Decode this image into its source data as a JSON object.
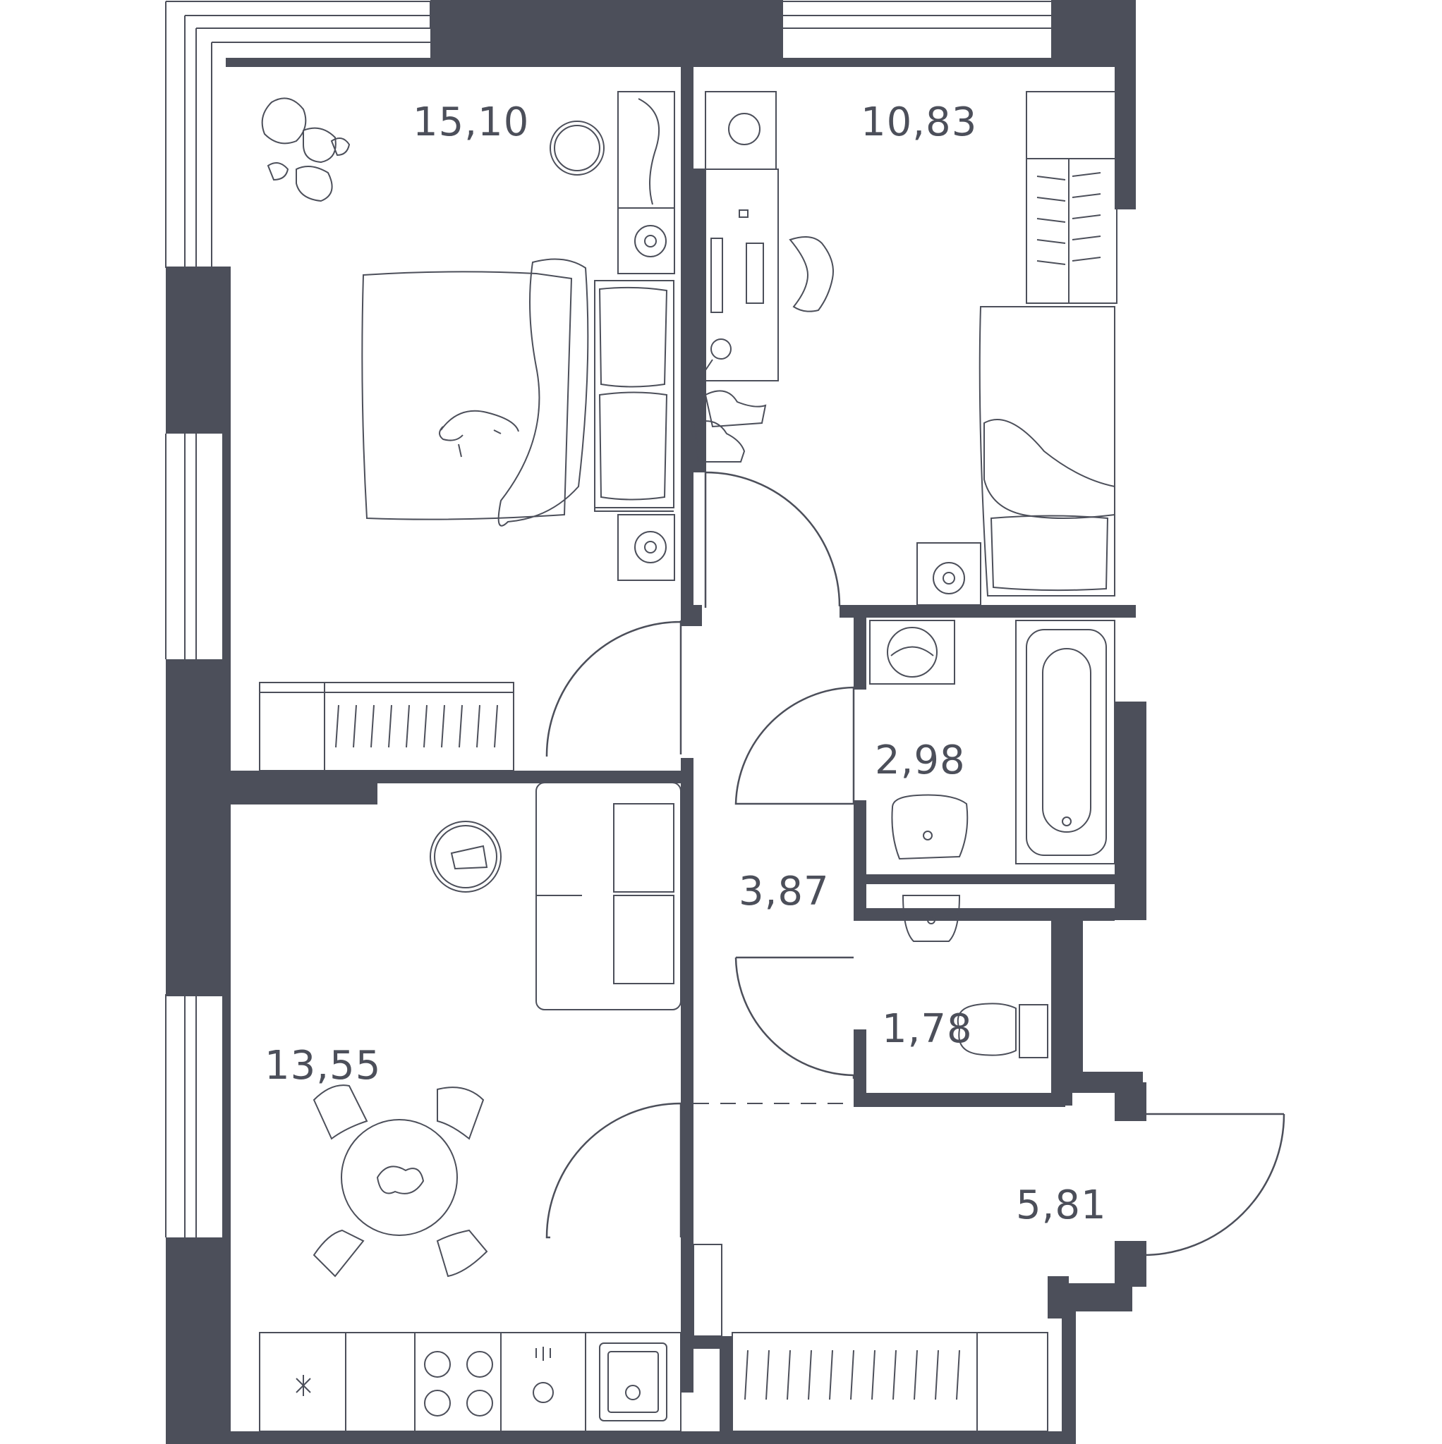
{
  "rooms": {
    "bedroom_main_area": "15,10",
    "bedroom_second_area": "10,83",
    "bathroom_area": "2,98",
    "corridor_area": "3,87",
    "toilet_area": "1,78",
    "living_kitchen_area": "13,55",
    "hall_area": "5,81"
  },
  "colors": {
    "wall": "#4c4f5a",
    "background": "#ffffff"
  }
}
